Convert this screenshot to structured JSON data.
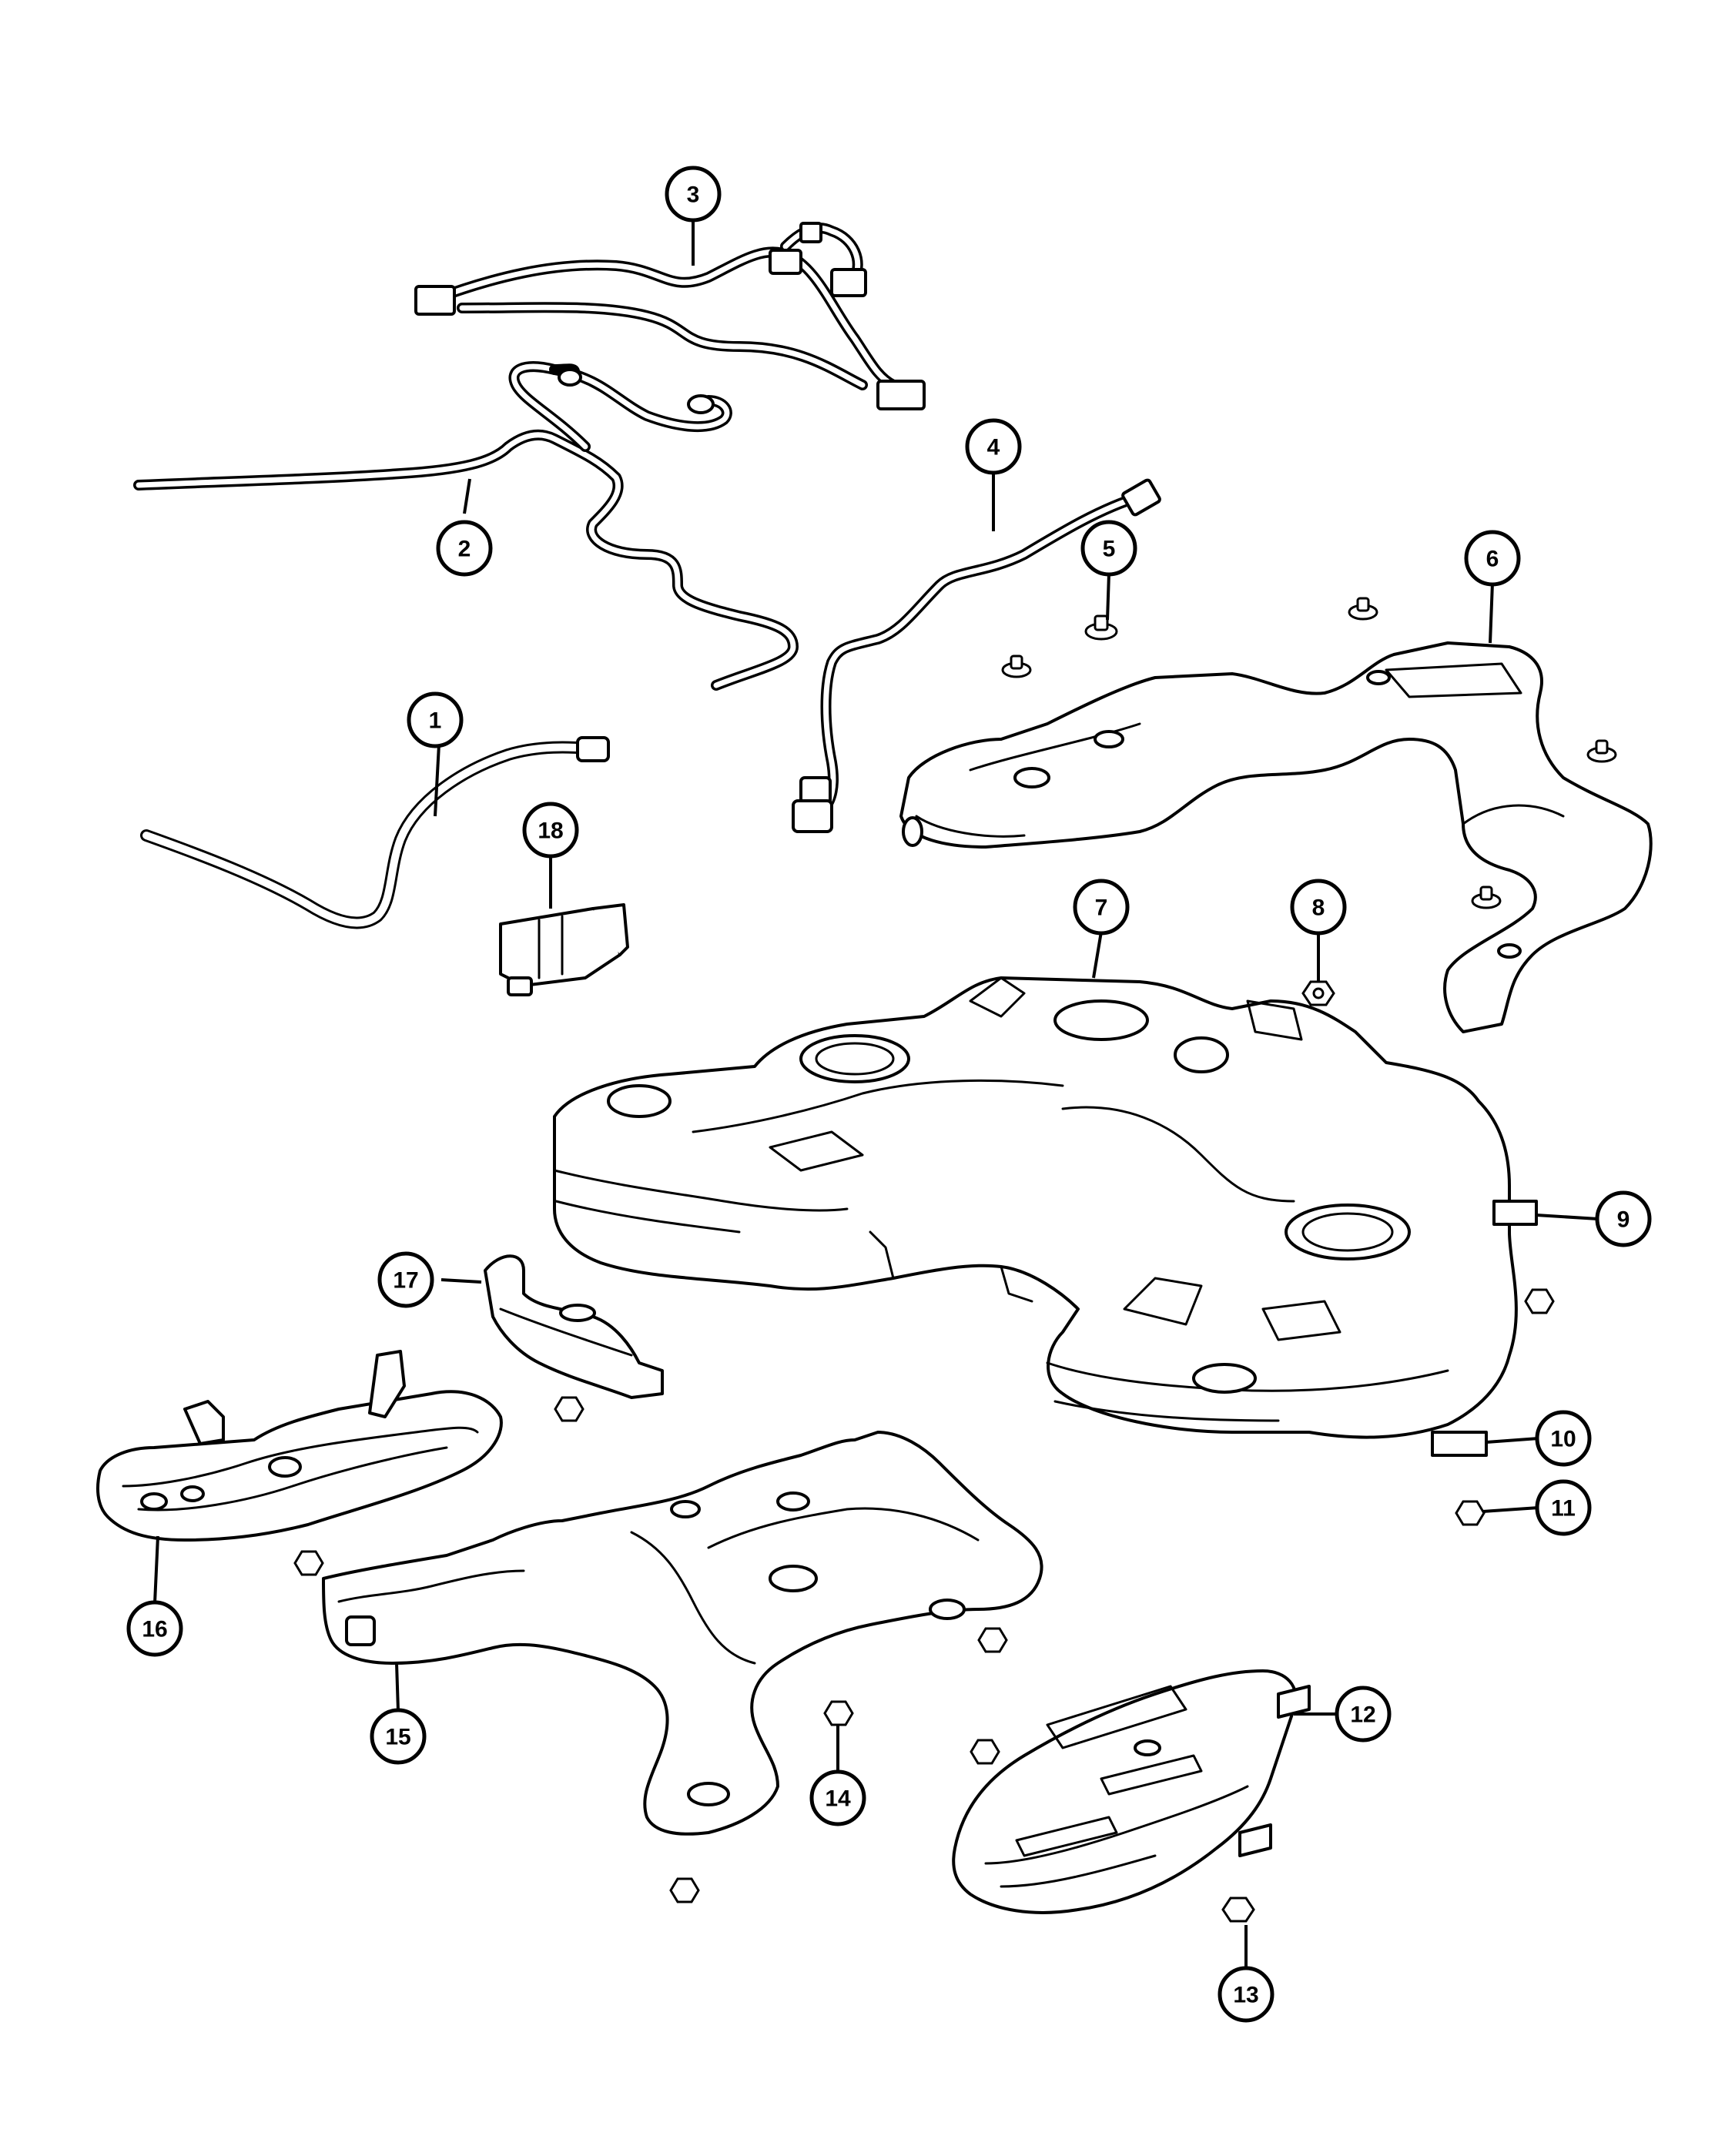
{
  "diagram": {
    "background_color": "#ffffff",
    "ink_color": "#000000",
    "callouts": [
      {
        "label": "1"
      },
      {
        "label": "2"
      },
      {
        "label": "3"
      },
      {
        "label": "4"
      },
      {
        "label": "5"
      },
      {
        "label": "6"
      },
      {
        "label": "7"
      },
      {
        "label": "8"
      },
      {
        "label": "9"
      },
      {
        "label": "10"
      },
      {
        "label": "11"
      },
      {
        "label": "12"
      },
      {
        "label": "13"
      },
      {
        "label": "14"
      },
      {
        "label": "15"
      },
      {
        "label": "16"
      },
      {
        "label": "17"
      },
      {
        "label": "18"
      }
    ]
  }
}
